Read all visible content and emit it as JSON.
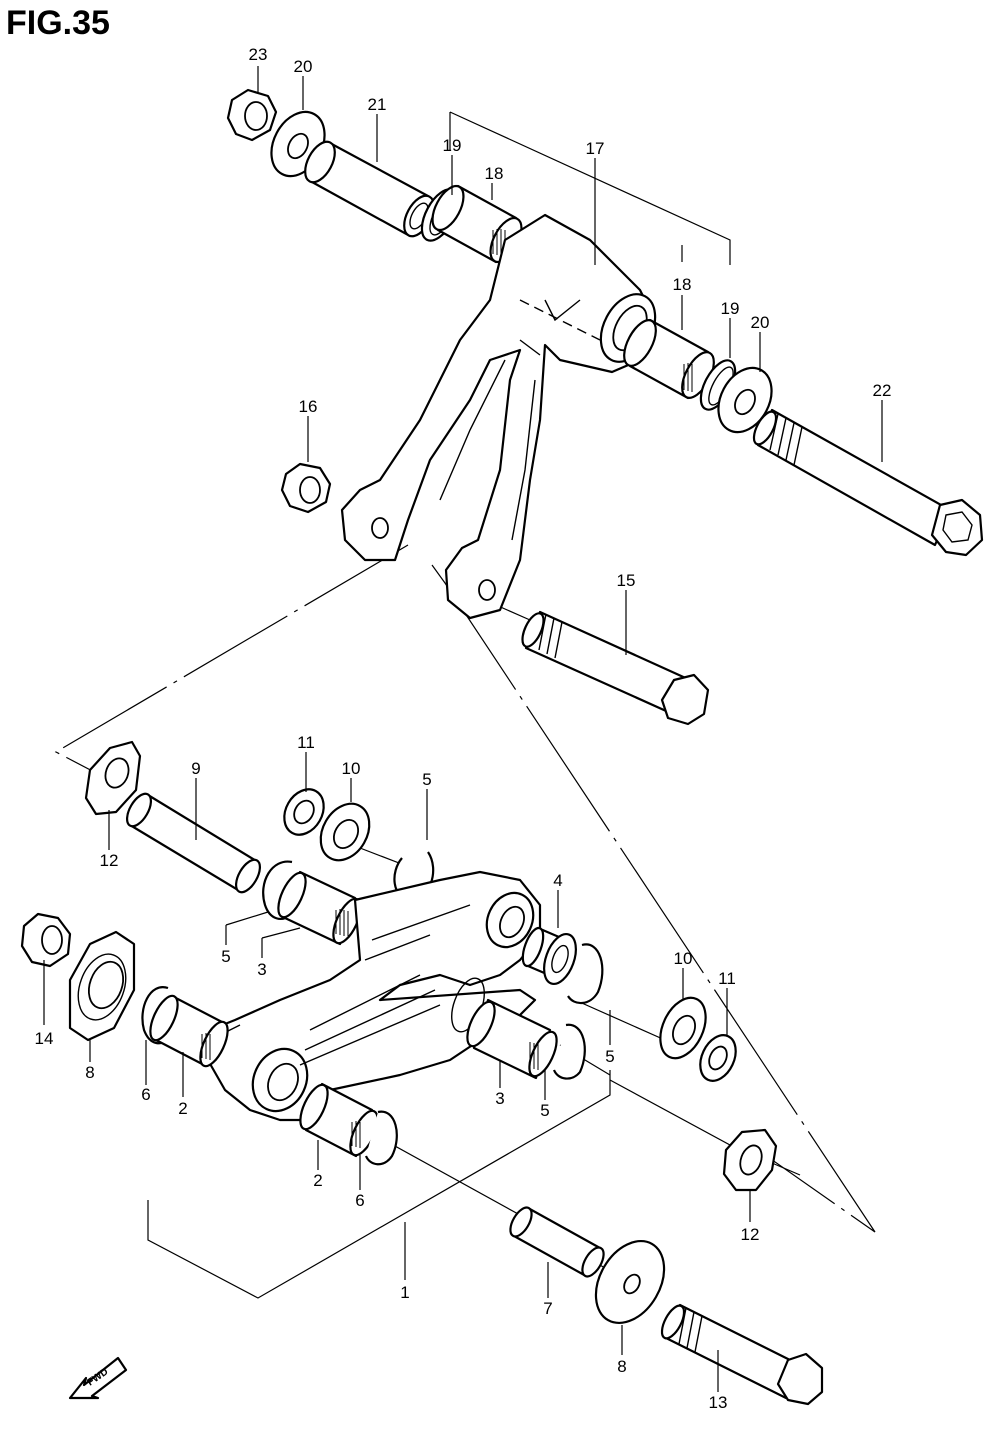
{
  "figure": {
    "title": "FIG.35"
  },
  "direction_arrow": {
    "label": "FWD",
    "icon": "fwd-arrow-icon"
  },
  "callouts": [
    "23",
    "20",
    "21",
    "19",
    "18",
    "17",
    "18",
    "19",
    "20",
    "22",
    "16",
    "15",
    "11",
    "10",
    "9",
    "5",
    "12",
    "4",
    "14",
    "8",
    "5",
    "3",
    "10",
    "11",
    "6",
    "2",
    "3",
    "5",
    "5",
    "2",
    "6",
    "12",
    "1",
    "7",
    "8",
    "13"
  ]
}
